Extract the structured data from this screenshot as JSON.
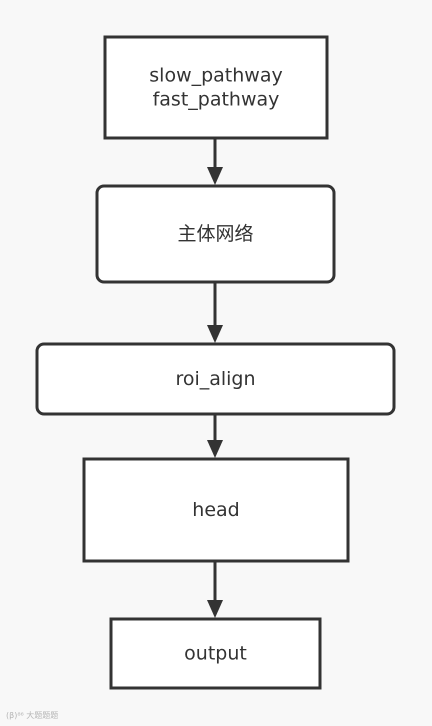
{
  "nodes": [
    {
      "id": "pathways",
      "lines": [
        "slow_pathway",
        "fast_pathway"
      ]
    },
    {
      "id": "backbone",
      "lines": [
        "主体网络"
      ]
    },
    {
      "id": "roi-align",
      "lines": [
        "roi_align"
      ]
    },
    {
      "id": "head",
      "lines": [
        "head"
      ]
    },
    {
      "id": "output",
      "lines": [
        "output"
      ]
    }
  ],
  "edges": [
    {
      "from": "pathways",
      "to": "backbone"
    },
    {
      "from": "backbone",
      "to": "roi-align"
    },
    {
      "from": "roi-align",
      "to": "head"
    },
    {
      "from": "head",
      "to": "output"
    }
  ],
  "watermark": {
    "text": "(β)⁸⁶ 大题题题"
  },
  "colors": {
    "stroke": "#333333",
    "fill": "#ffffff",
    "background": "#f8f8f8"
  }
}
